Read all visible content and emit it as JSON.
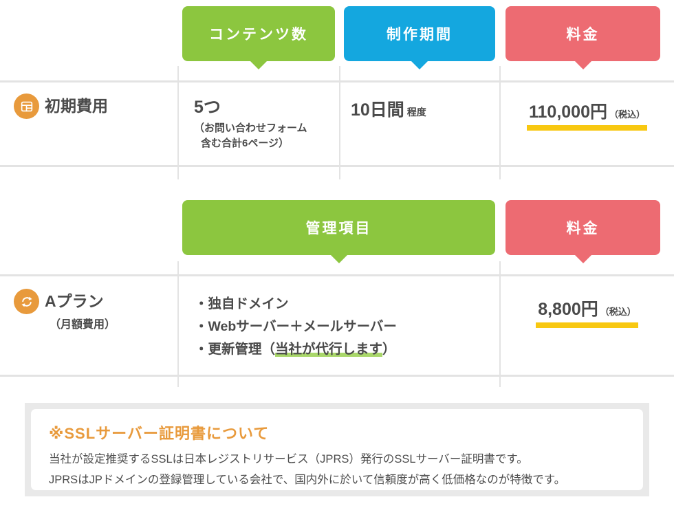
{
  "colors": {
    "green": "#8CC63F",
    "blue": "#14A7DF",
    "red": "#ED6B72",
    "orange": "#E89A3C",
    "yellow": "#F8C811",
    "green_light": "#A9D76A",
    "text": "#4A4A4A",
    "grid": "#E3E3E3",
    "note_bg": "#E9E9E9"
  },
  "table1": {
    "headers": [
      {
        "label": "コンテンツ数",
        "color": "#8CC63F"
      },
      {
        "label": "制作期間",
        "color": "#14A7DF"
      },
      {
        "label": "料金",
        "color": "#ED6B72"
      }
    ],
    "row": {
      "icon": "browser-layout-icon",
      "title": "初期費用",
      "contents_main": "5つ",
      "contents_sub1": "（お問い合わせフォーム",
      "contents_sub2": "含む合計6ページ）",
      "period_main": "10日間",
      "period_sub": "程度",
      "price": "110,000円",
      "price_tax": "（税込）"
    }
  },
  "table2": {
    "headers": [
      {
        "label": "管理項目",
        "color": "#8CC63F"
      },
      {
        "label": "料金",
        "color": "#ED6B72"
      }
    ],
    "row": {
      "icon": "sync-icon",
      "title": "Aプラン",
      "subtitle": "（月額費用）",
      "item1": "・独自ドメイン",
      "item2": "・Webサーバー＋メールサーバー",
      "item3_prefix": "・更新管理（",
      "item3_highlight": "当社が代行します",
      "item3_suffix": "）",
      "price": "8,800円",
      "price_tax": "（税込）"
    }
  },
  "note": {
    "title": "※SSLサーバー証明書について",
    "line1": "当社が設定推奨するSSLは日本レジストリサービス（JPRS）発行のSSLサーバー証明書です。",
    "line2": "JPRSはJPドメインの登録管理している会社で、国内外に於いて信頼度が高く低価格なのが特徴です。"
  }
}
